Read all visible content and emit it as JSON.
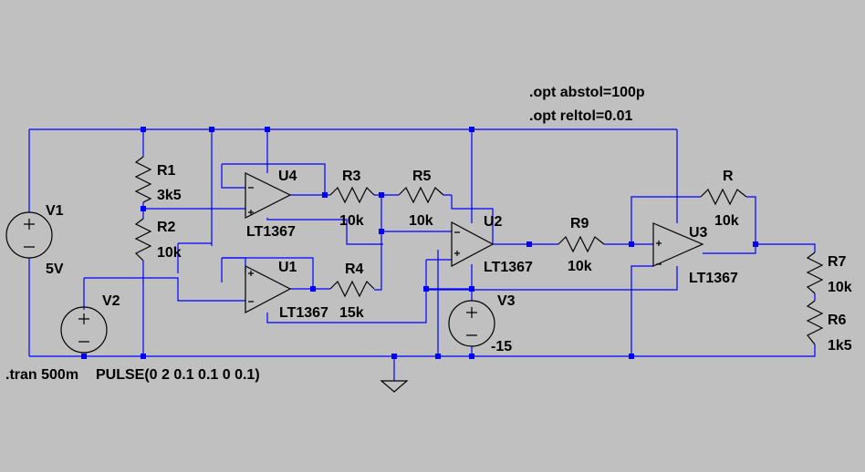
{
  "directives": {
    "opt_abstol": ".opt abstol=100p",
    "opt_reltol": ".opt reltol=0.01",
    "tran": ".tran 500m"
  },
  "sources": {
    "V1": {
      "name": "V1",
      "value": "5V"
    },
    "V2": {
      "name": "V2",
      "value": "PULSE(0 2 0.1 0.1 0 0.1)"
    },
    "V3": {
      "name": "V3",
      "value": "-15"
    }
  },
  "resistors": {
    "R1": {
      "name": "R1",
      "value": "3k5"
    },
    "R2": {
      "name": "R2",
      "value": "10k"
    },
    "R3": {
      "name": "R3",
      "value": "10k"
    },
    "R4": {
      "name": "R4",
      "value": "15k"
    },
    "R5": {
      "name": "R5",
      "value": "10k"
    },
    "R9": {
      "name": "R9",
      "value": "10k"
    },
    "R": {
      "name": "R",
      "value": "10k"
    },
    "R7": {
      "name": "R7",
      "value": "10k"
    },
    "R6": {
      "name": "R6",
      "value": "1k5"
    }
  },
  "opamps": {
    "U1": {
      "name": "U1",
      "model": "LT1367"
    },
    "U2": {
      "name": "U2",
      "model": "LT1367"
    },
    "U3": {
      "name": "U3",
      "model": "LT1367"
    },
    "U4": {
      "name": "U4",
      "model": "LT1367"
    }
  },
  "colors": {
    "background": "#c0c0c0",
    "wire": "#0000ff",
    "component": "#000000"
  }
}
